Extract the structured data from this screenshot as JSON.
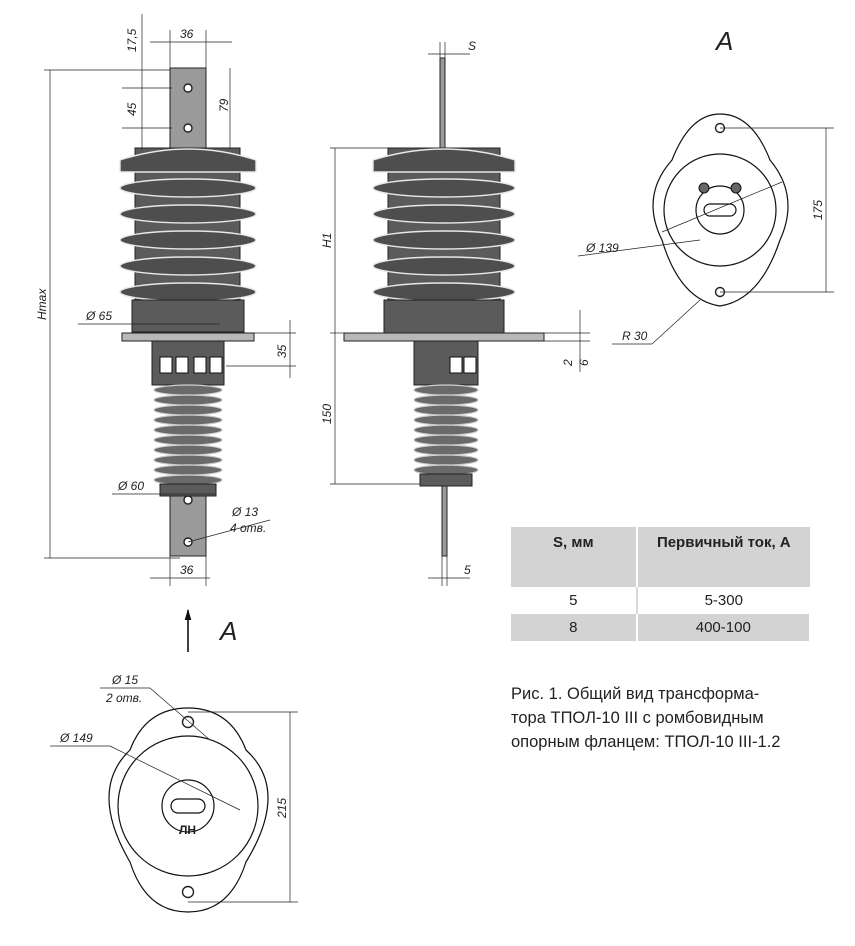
{
  "dims": {
    "d17_5": "17,5",
    "d36_top": "36",
    "d45": "45",
    "d79": "79",
    "hmax": "Hmax",
    "phi65": "Ø 65",
    "d35": "35",
    "phi60": "Ø 60",
    "phi13": "Ø 13",
    "holes4": "4 отв.",
    "d36_bot": "36",
    "s_top": "S",
    "h1": "H1",
    "d150": "150",
    "d2": "2",
    "d6": "6",
    "d5": "5",
    "phi139": "Ø 139",
    "d175": "175",
    "r30": "R 30",
    "view_a_right": "А",
    "view_a_arrow": "А",
    "phi15": "Ø 15",
    "holes2": "2 отв.",
    "phi149": "Ø 149",
    "d215": "215"
  },
  "table": {
    "headers": [
      "S, мм",
      "Первичный ток, А"
    ],
    "rows": [
      [
        "5",
        "5-300"
      ],
      [
        "8",
        "400-100"
      ]
    ]
  },
  "caption": {
    "line1": "Рис. 1.  Общий вид трансформа-",
    "line2": "тора ТПОЛ-10 III с ромбовидным",
    "line3": "опорным фланцем: ТПОЛ-10 III-1.2"
  },
  "logo_text": "ЛН"
}
